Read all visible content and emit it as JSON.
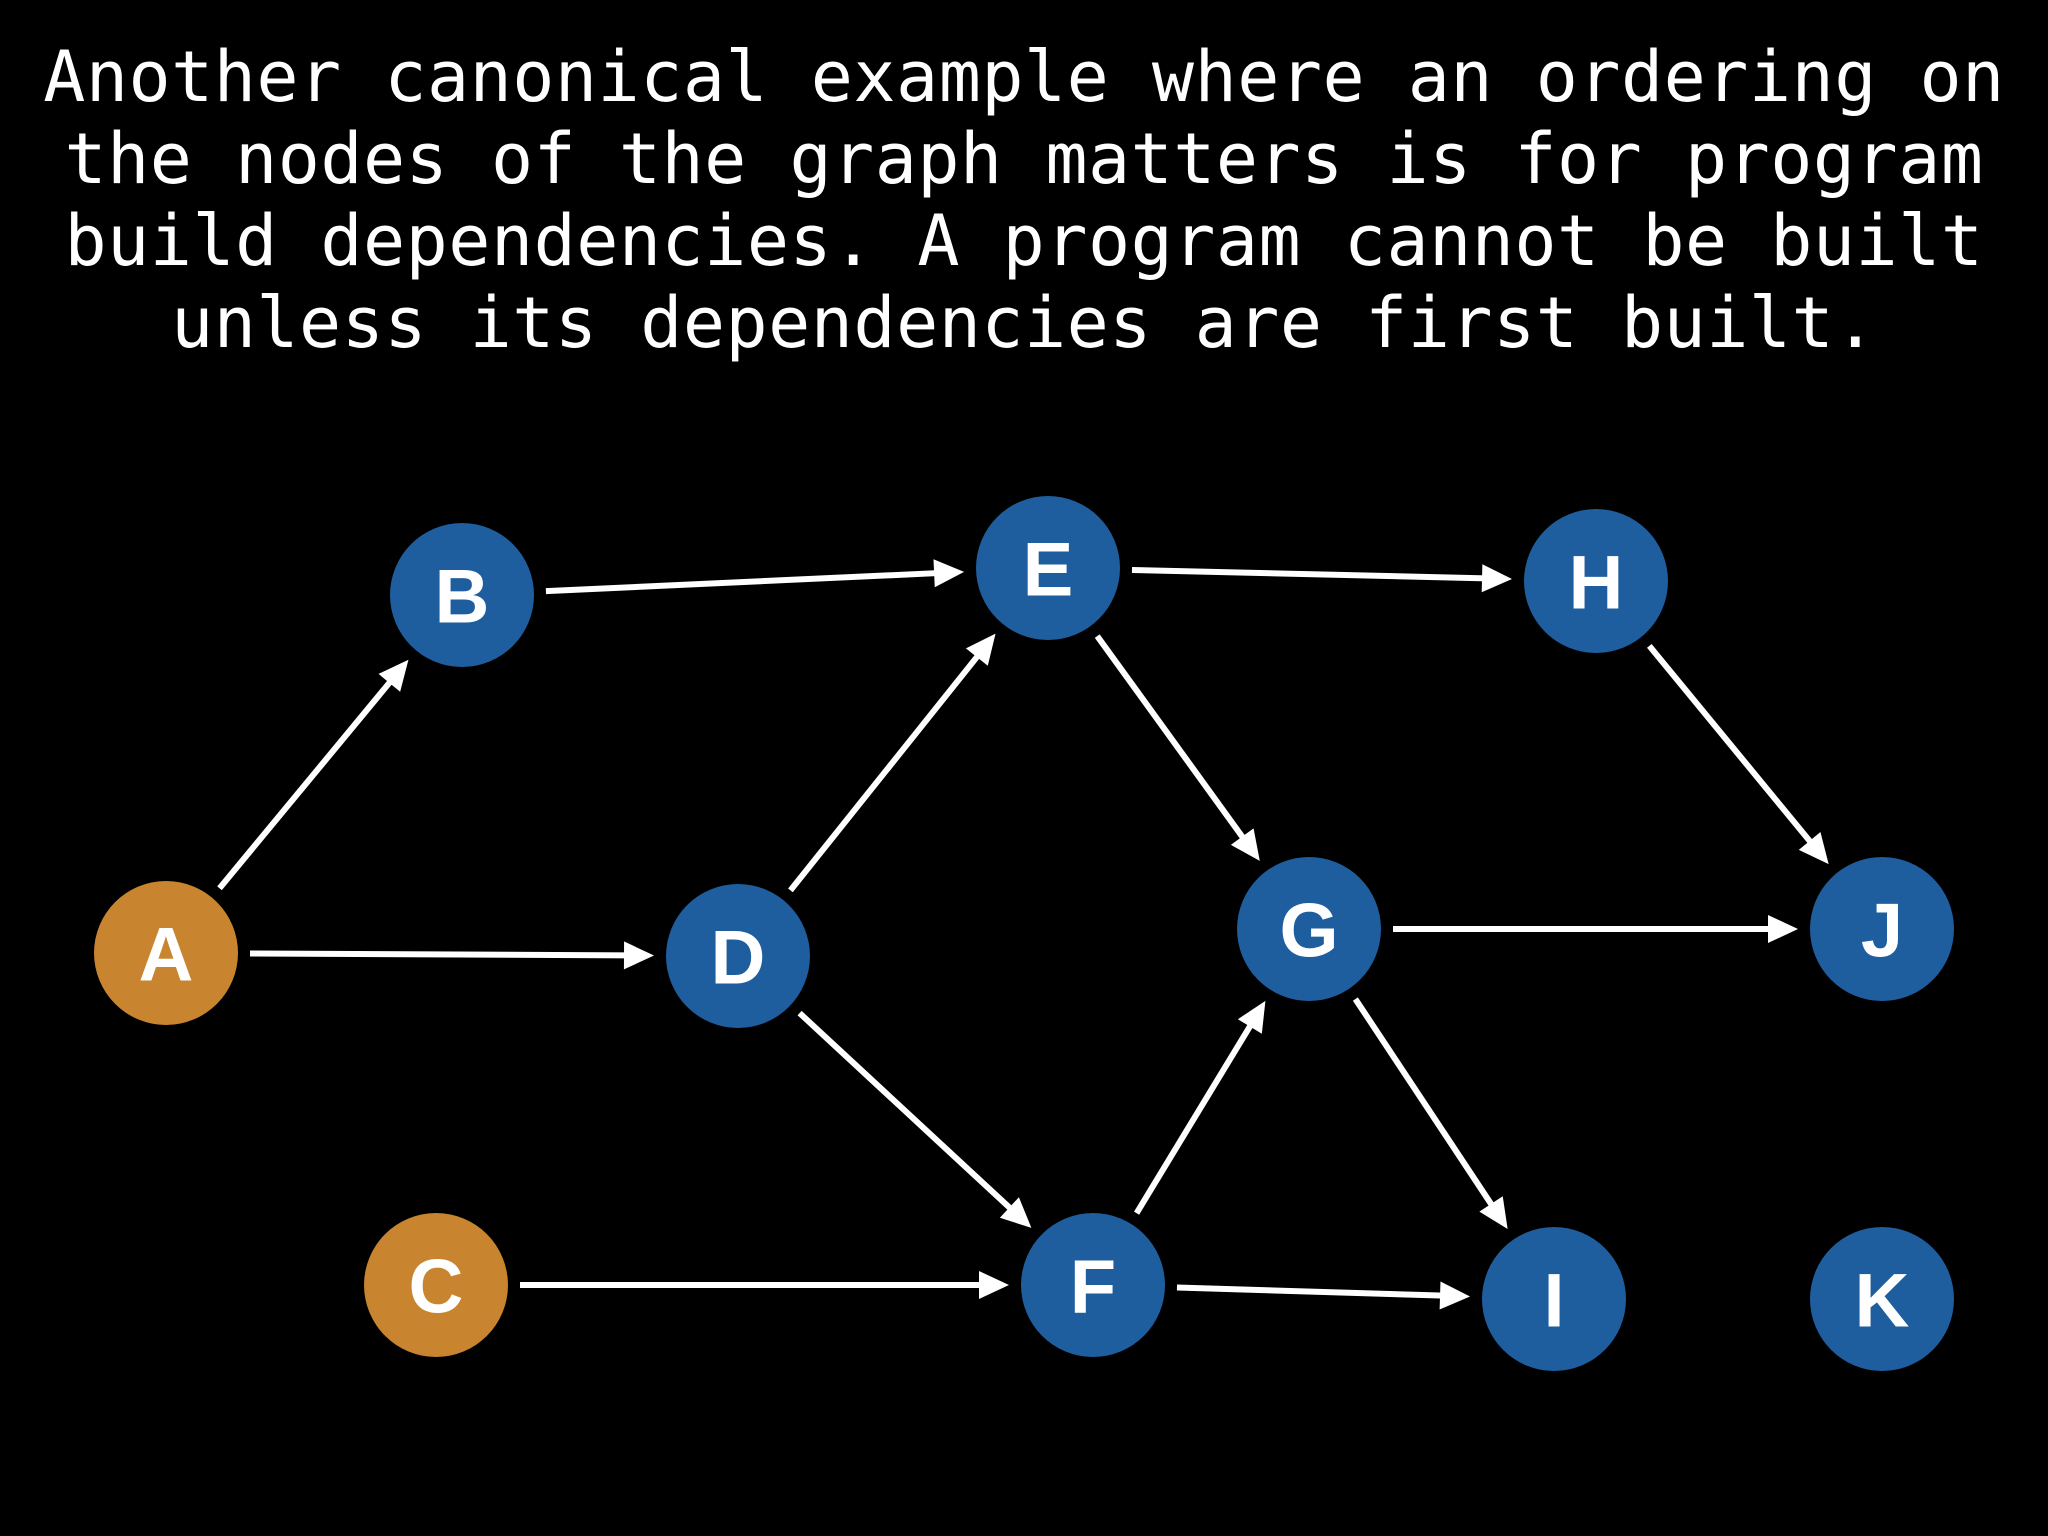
{
  "slide": {
    "caption": "Another canonical example where an ordering on the nodes of the graph matters is for program build dependencies. A program cannot be built unless its dependencies are first built."
  },
  "colors": {
    "background": "#000000",
    "root_node": "#C8842E",
    "regular_node": "#1E5E9E",
    "edge": "#ffffff",
    "label": "#ffffff"
  },
  "graph": {
    "nodes": [
      {
        "id": "A",
        "label": "A",
        "kind": "root"
      },
      {
        "id": "B",
        "label": "B",
        "kind": "regular"
      },
      {
        "id": "C",
        "label": "C",
        "kind": "root"
      },
      {
        "id": "D",
        "label": "D",
        "kind": "regular"
      },
      {
        "id": "E",
        "label": "E",
        "kind": "regular"
      },
      {
        "id": "F",
        "label": "F",
        "kind": "regular"
      },
      {
        "id": "G",
        "label": "G",
        "kind": "regular"
      },
      {
        "id": "H",
        "label": "H",
        "kind": "regular"
      },
      {
        "id": "I",
        "label": "I",
        "kind": "regular"
      },
      {
        "id": "J",
        "label": "J",
        "kind": "regular"
      },
      {
        "id": "K",
        "label": "K",
        "kind": "regular"
      }
    ],
    "edges": [
      {
        "from": "A",
        "to": "B"
      },
      {
        "from": "A",
        "to": "D"
      },
      {
        "from": "B",
        "to": "E"
      },
      {
        "from": "D",
        "to": "E"
      },
      {
        "from": "D",
        "to": "F"
      },
      {
        "from": "C",
        "to": "F"
      },
      {
        "from": "E",
        "to": "H"
      },
      {
        "from": "E",
        "to": "G"
      },
      {
        "from": "F",
        "to": "G"
      },
      {
        "from": "F",
        "to": "I"
      },
      {
        "from": "G",
        "to": "J"
      },
      {
        "from": "G",
        "to": "I"
      },
      {
        "from": "H",
        "to": "J"
      }
    ]
  }
}
